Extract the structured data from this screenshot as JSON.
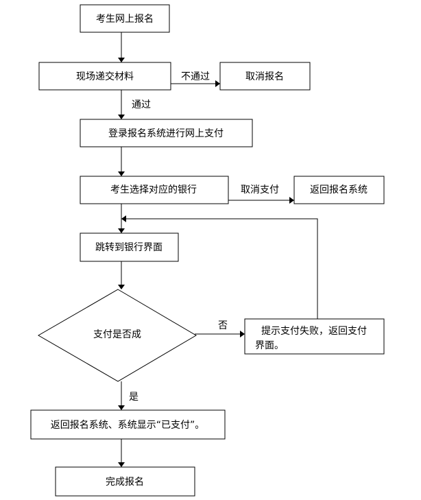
{
  "nodes": {
    "n1": "考生网上报名",
    "n2": "现场递交材料",
    "n3": "取消报名",
    "n4": "登录报名系统进行网上支付",
    "n5": "考生选择对应的银行",
    "n6": "返回报名系统",
    "n7": "跳转到银行界面",
    "n8": "支付是否成",
    "n9_line1": "提示支付失败，返回支付",
    "n9_line2": "界面。",
    "n10": "返回报名系统、系统显示“已支付”。",
    "n11": "完成报名"
  },
  "edges": {
    "e_n2_n3": "不通过",
    "e_n2_n4": "通过",
    "e_n5_n6": "取消支付",
    "e_n8_n9": "否",
    "e_n8_n10": "是"
  }
}
